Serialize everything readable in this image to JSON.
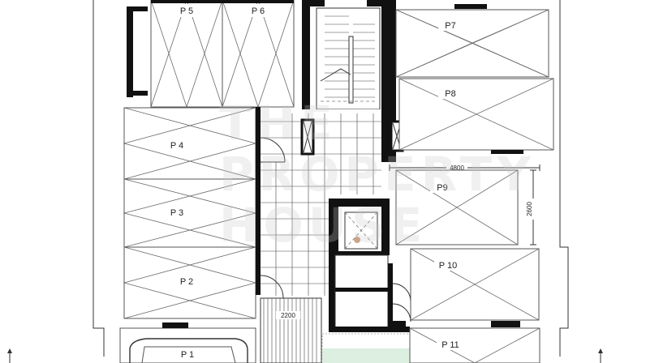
{
  "parking": {
    "p1": "P 1",
    "p2": "P 2",
    "p3": "P 3",
    "p4": "P 4",
    "p5": "P 5",
    "p6": "P 6",
    "p7": "P7",
    "p8": "P8",
    "p9": "P9",
    "p10": "P 10",
    "p11": "P 11"
  },
  "dimensions": {
    "width_4800": "4800",
    "height_2600": "2600",
    "ramp_2200": "2200"
  },
  "watermark": {
    "line1": "THE",
    "line2": "PROPERTY",
    "line3": "HOUSE"
  },
  "colors": {
    "wall": "#111111",
    "line": "#555555",
    "background": "#ffffff"
  }
}
